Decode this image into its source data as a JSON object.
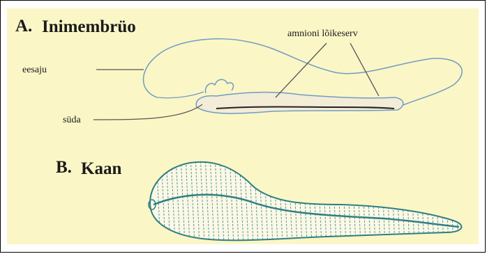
{
  "figure": {
    "background_color": "#fbf6c6",
    "outline_color": "#6f9cc4",
    "leech_color": "#2f7f82"
  },
  "panel_a": {
    "letter": "A.",
    "title": "Inimembrüo",
    "labels": {
      "forebrain": "eesaju",
      "heart": "süda",
      "amnion_cut_edge": "amnioni lõikeserv"
    }
  },
  "panel_b": {
    "letter": "B.",
    "title": "Kaan"
  }
}
